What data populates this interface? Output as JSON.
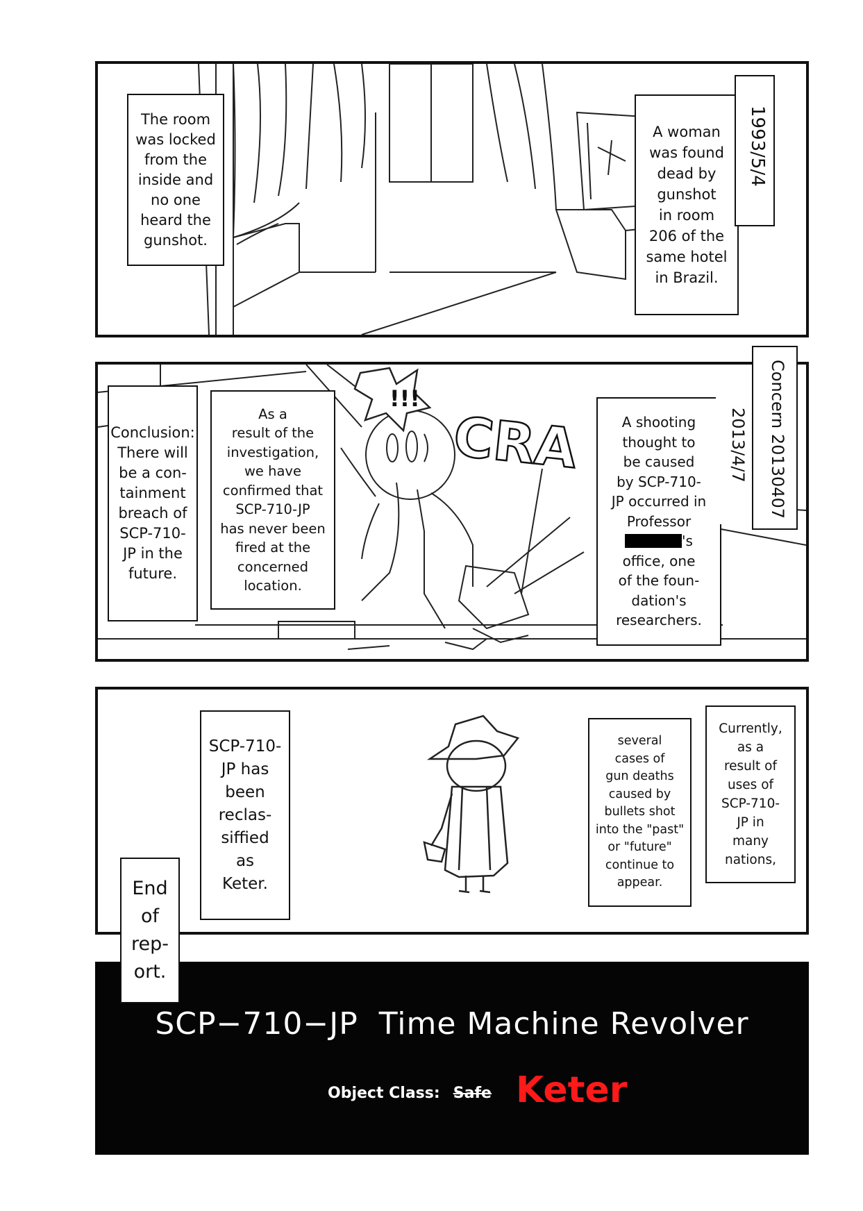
{
  "panel1": {
    "left_caption": "The room\nwas locked\nfrom the\ninside and\nno one\nheard the\ngunshot.",
    "right_caption": "A woman\nwas found\ndead by\ngunshot\nin room\n206 of the\nsame hotel\nin Brazil.",
    "date": "1993/5/4"
  },
  "panel2": {
    "conclusion": "Conclusion:\nThere will\nbe a con-\ntainment\nbreach of\nSCP-710-\nJP in the\nfuture.",
    "investigation": "As a\nresult of the\ninvestigation,\nwe have\nconfirmed that\nSCP-710-JP\nhas never been\nfired at the\nconcerned\nlocation.",
    "sfx_shock": "!!!",
    "sfx_crash": "CRA",
    "shooting_part1": "A shooting\nthought to\nbe caused\nby SCP-710-\nJP occurred in\nProfessor",
    "shooting_possessive": "'s",
    "shooting_part2": "office, one\nof the foun-\ndation's\nresearchers.",
    "date": "2013/4/7",
    "concern": "Concern 20130407"
  },
  "panel3": {
    "reclassified": "SCP-710-\nJP has\nbeen\nreclas-\nsiffied\nas\nKeter.",
    "cases": "several\ncases of\ngun deaths\ncaused by\nbullets shot\ninto the \"past\"\nor \"future\"\ncontinue to\nappear.",
    "currently": "Currently,\nas a\nresult of\nuses of\nSCP-710-\nJP in\nmany\nnations,"
  },
  "end_caption": "End\nof\nrep-\nort.",
  "title": {
    "text": "SCP−710−JP  Time Machine Revolver",
    "class_label": "Object Class:",
    "class_old": "Safe",
    "class_new": "Keter",
    "class_new_color": "#ff1a1a"
  }
}
